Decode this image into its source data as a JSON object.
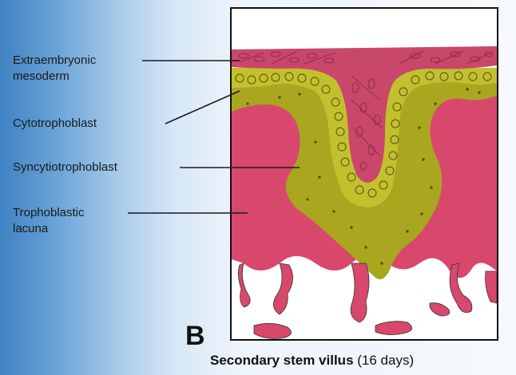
{
  "labels": {
    "extraembryonic_mesoderm_line1": "Extraembryonic",
    "extraembryonic_mesoderm_line2": "mesoderm",
    "cytotrophoblast": "Cytotrophoblast",
    "syncytiotrophoblast": "Syncytiotrophoblast",
    "trophoblastic_lacuna_line1": "Trophoblastic",
    "trophoblastic_lacuna_line2": "lacuna"
  },
  "panel_letter": "B",
  "caption": {
    "bold": "Secondary stem villus",
    "normal": " (16 days)"
  },
  "colors": {
    "mesoderm": "#c8476a",
    "lacuna": "#d8486c",
    "syncytio": "#a9a61f",
    "cyto": "#c3c02e",
    "background_gradient_left": "#3f82c2"
  }
}
